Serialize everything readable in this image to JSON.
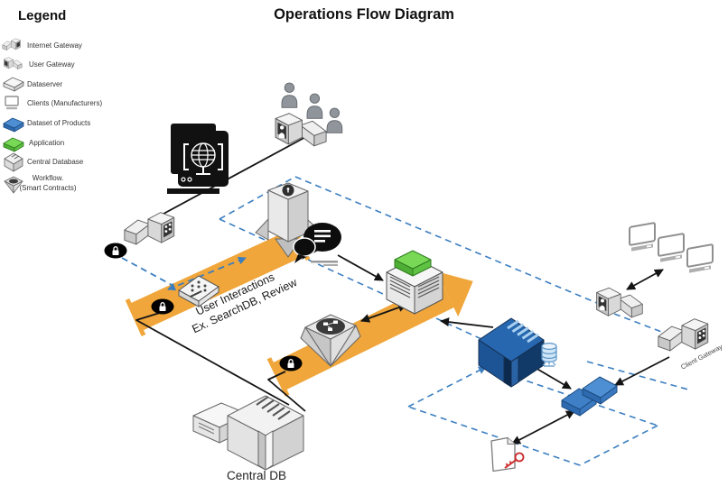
{
  "title": "Operations Flow Diagram",
  "legend": {
    "heading": "Legend",
    "items": [
      {
        "name": "internet-gateway",
        "label": "Internet Gateway"
      },
      {
        "name": "user-gateway",
        "label": "User Gateway"
      },
      {
        "name": "dataserver",
        "label": "Dataserver"
      },
      {
        "name": "clients-manufacturers",
        "label": "Clients (Manufacturers)"
      },
      {
        "name": "dataset-of-products",
        "label": "Dataset of Products"
      },
      {
        "name": "application",
        "label": "Application"
      },
      {
        "name": "central-database",
        "label": "Central Database"
      },
      {
        "name": "workflow-smart-contracts",
        "label": "Workflow.",
        "label2": "(Smart Contracts)"
      }
    ]
  },
  "labels": {
    "flow_band_line1": "User Interactions",
    "flow_band_line2": "Ex. SearchDB, Review",
    "central_db": "Central DB",
    "client_gateway": "Client Gateway"
  },
  "colors": {
    "flow_band": "#f0a63a",
    "dashed_connector": "#3b7ec0",
    "solid_connector": "#141414",
    "dataset_blue": "#3f7fc5",
    "cube_blue": "#1d5496",
    "application_green": "#5cc93f",
    "key_red": "#cc2a2a"
  },
  "icons": [
    "internet-terminal-icon",
    "users-group-icon",
    "user-gateway-icon",
    "internet-gateway-icon",
    "keypad-icon",
    "lock-icon",
    "pedestal-tower-icon",
    "chat-bubbles-icon",
    "workflow-pyramid-icon",
    "app-server-icon",
    "application-box-icon",
    "dataset-cube-icon",
    "database-cylinder-icon",
    "dataset-tile-icon",
    "document-key-icon",
    "central-db-icon",
    "dataserver-icon",
    "monitor-icon",
    "client-gateway-icon"
  ]
}
